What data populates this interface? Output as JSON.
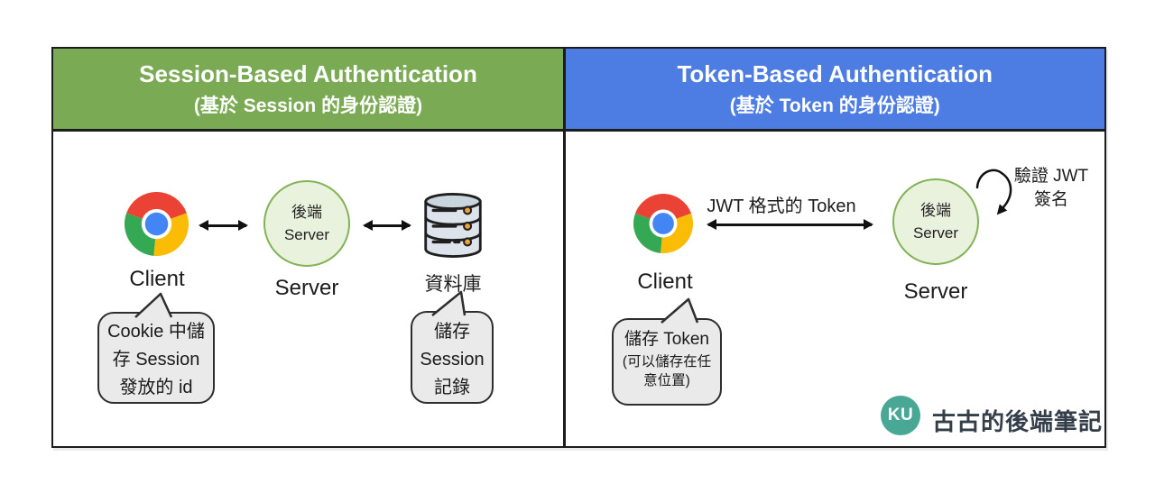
{
  "panels": {
    "session": {
      "title": "Session-Based Authentication",
      "subtitle": "(基於 Session 的身份認證)",
      "client_label": "Client",
      "server_circle_lines": [
        "後端",
        "Server"
      ],
      "server_label": "Server",
      "database_label": "資料庫",
      "client_bubble_lines": [
        "Cookie 中儲",
        "存 Session",
        "發放的 id"
      ],
      "database_bubble_lines": [
        "儲存",
        "Session",
        "記錄"
      ]
    },
    "token": {
      "title": "Token-Based Authentication",
      "subtitle": "(基於 Token 的身份認證)",
      "client_label": "Client",
      "arrow_label": "JWT 格式的 Token",
      "server_circle_lines": [
        "後端",
        "Server"
      ],
      "server_label": "Server",
      "loop_label_lines": [
        "驗證 JWT",
        "簽名"
      ],
      "client_bubble_lines": [
        "儲存 Token",
        "(可以儲存在任",
        "意位置)"
      ]
    }
  },
  "branding": {
    "logo_initials": "KU",
    "logo_text": "古古的後端筆記"
  },
  "icons": {
    "client": "chrome-browser-icon",
    "server": "backend-server-circle",
    "database": "database-icon",
    "loop": "self-loop-arrow-icon"
  },
  "colors": {
    "session_header": "#7aaa53",
    "token_header": "#4d7ce3",
    "header_text": "#ffffff",
    "frame_border": "#1c1c1c",
    "server_circle_fill": "#e9f2dd",
    "server_circle_border": "#82b357",
    "bubble_fill": "#eaeaea",
    "bubble_border": "#2e2e2e",
    "logo_teal": "#48a795",
    "logo_text": "#333e48",
    "chrome_red": "#ea4335",
    "chrome_yellow": "#fbbc05",
    "chrome_green": "#34a853",
    "chrome_blue": "#4285f4",
    "db_body": "#dde3ea",
    "db_top": "#c8d5dd",
    "db_dot": "#f0a239",
    "arrow_black": "#111111"
  }
}
